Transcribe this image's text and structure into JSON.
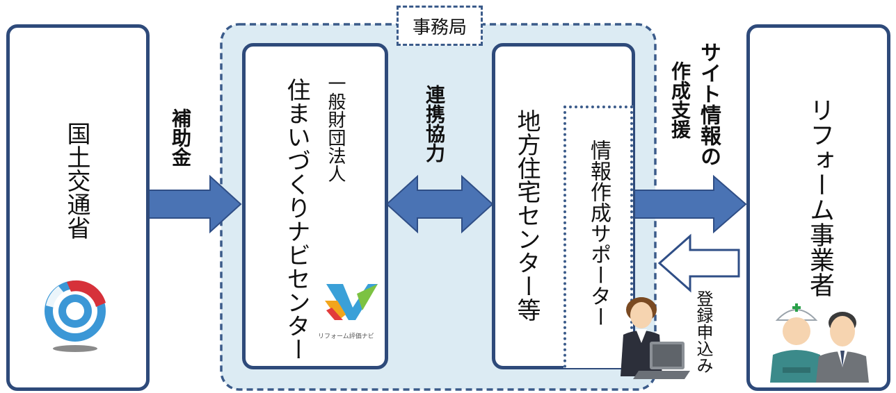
{
  "colors": {
    "box_border": "#2e4a7a",
    "arrow_fill": "#4a73b4",
    "arrow_stroke": "#2f4e86",
    "bureau_fill": "#dcebf3",
    "bureau_border": "#3b5b8a"
  },
  "left": {
    "title": "国土交通省",
    "logo": "mlit-logo-icon"
  },
  "arrow_subsidy_label": "補助金",
  "bureau_label": "事務局",
  "navi": {
    "org_type": "一般財団法人",
    "name": "住まいづくりナビセンター",
    "logo_caption": "リフォーム評価ナビ"
  },
  "arrow_cooperation_label": "連携協力",
  "center": {
    "name": "地方住宅センター等"
  },
  "supporter": {
    "name": "情報作成サポーター"
  },
  "arrow_support_label_1": "サイト情報の",
  "arrow_support_label_2": "作成支援",
  "right": {
    "title": "リフォーム事業者"
  },
  "arrow_register_label": "登録申込み"
}
